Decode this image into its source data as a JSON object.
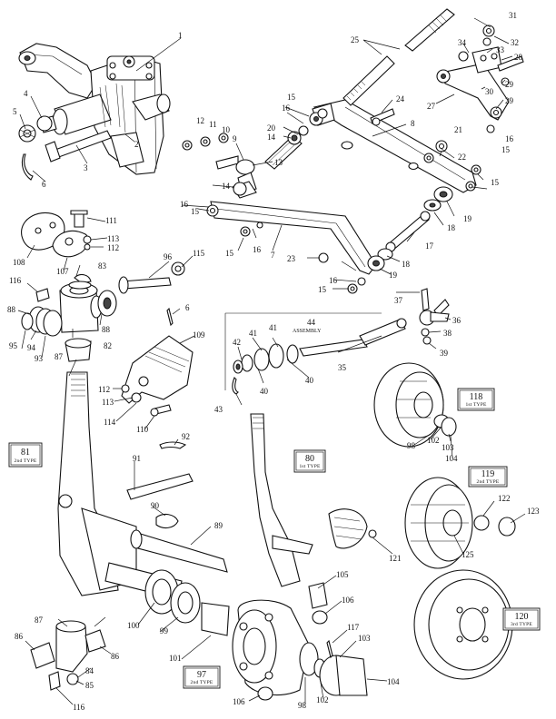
{
  "callouts": {
    "n1": "1",
    "n2": "2",
    "n3": "3",
    "n4": "4",
    "n5": "5",
    "n6": "6",
    "n6b": "6",
    "n7": "7",
    "n8": "8",
    "n9": "9",
    "n10": "10",
    "n11": "11",
    "n12": "12",
    "n13": "13",
    "n14": "14",
    "n14b": "14",
    "n15a": "15",
    "n15b": "15",
    "n15c": "15",
    "n15d": "15",
    "n15e": "15",
    "n15f": "15",
    "n16a": "16",
    "n16b": "16",
    "n16c": "16",
    "n16d": "16",
    "n16e": "16",
    "n17": "17",
    "n18a": "18",
    "n18b": "18",
    "n19a": "19",
    "n19b": "19",
    "n20": "20",
    "n21": "21",
    "n22": "22",
    "n23": "23",
    "n24": "24",
    "n25": "25",
    "n27": "27",
    "n28": "28",
    "n29a": "29",
    "n29b": "29",
    "n30": "30",
    "n31": "31",
    "n32": "32",
    "n33": "33",
    "n34": "34",
    "n35": "35",
    "n36": "36",
    "n37": "37",
    "n38": "38",
    "n39": "39",
    "n40a": "40",
    "n40b": "40",
    "n41a": "41",
    "n41b": "41",
    "n42": "42",
    "n43": "43",
    "n44": "44",
    "n82": "82",
    "n83": "83",
    "n84": "84",
    "n85": "85",
    "n86a": "86",
    "n86b": "86",
    "n87a": "87",
    "n87b": "87",
    "n88a": "88",
    "n88b": "88",
    "n89": "89",
    "n90": "90",
    "n91": "91",
    "n92": "92",
    "n93": "93",
    "n94": "94",
    "n95": "95",
    "n96": "96",
    "n98a": "98",
    "n98b": "98",
    "n99": "99",
    "n100": "100",
    "n101": "101",
    "n102a": "102",
    "n102b": "102",
    "n103a": "103",
    "n103b": "103",
    "n104a": "104",
    "n104b": "104",
    "n105": "105",
    "n106a": "106",
    "n106b": "106",
    "n107": "107",
    "n108": "108",
    "n109": "109",
    "n110": "110",
    "n111": "111",
    "n112a": "112",
    "n112b": "112",
    "n113a": "113",
    "n113b": "113",
    "n114": "114",
    "n115": "115",
    "n116a": "116",
    "n116b": "116",
    "n117": "117",
    "n121": "121",
    "n122": "122",
    "n123": "123",
    "n125": "125"
  },
  "assembly_label": {
    "number": "44",
    "text": "ASSEMBLY"
  },
  "type_boxes": [
    {
      "number": "81",
      "type": "2nd TYPE"
    },
    {
      "number": "80",
      "type": "1st TYPE"
    },
    {
      "number": "118",
      "type": "1st TYPE"
    },
    {
      "number": "119",
      "type": "2nd TYPE"
    },
    {
      "number": "97",
      "type": "2nd TYPE"
    },
    {
      "number": "120",
      "type": "3rd TYPE"
    }
  ]
}
